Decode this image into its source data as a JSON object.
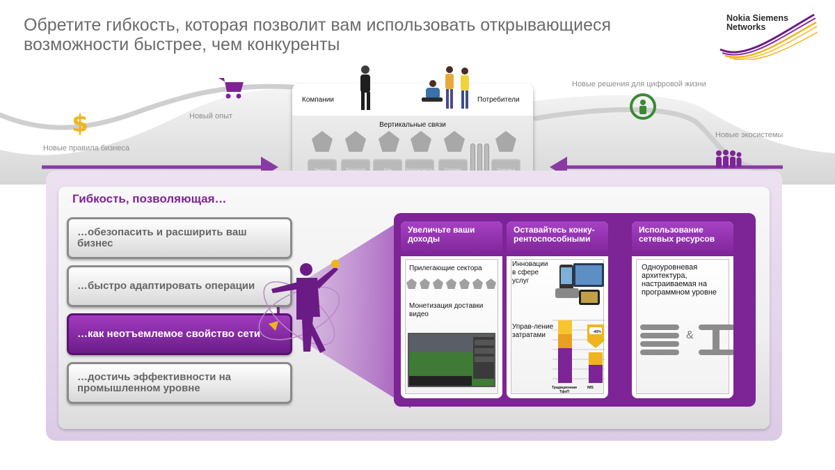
{
  "header": {
    "title": "Обретите гибкость, которая позволит вам использовать открывающиеся возможности быстрее, чем конкуренты",
    "logo_line1": "Nokia Siemens",
    "logo_line2": "Networks"
  },
  "journey": {
    "rules": "Новые правила бизнеса",
    "experience": "Новый опыт",
    "digital_life": "Новые решения для цифровой жизни",
    "ecosystems": "Новые экосистемы"
  },
  "hub": {
    "companies": "Компании",
    "consumers": "Потребители",
    "verticals": "Вертикальные связи",
    "tiles": [
      "Энергия",
      "Транспорт",
      "Дом",
      "Безопасность",
      "Платежи",
      "Здоровье"
    ]
  },
  "panel": {
    "title": "Гибкость, позволяющая…",
    "options": [
      "…обезопасить и расширить ваш бизнес",
      "…быстро адаптировать операции",
      "…как неотъемлемое свойство сети",
      "…достичь эффективности на промышленном уровне"
    ]
  },
  "columns": {
    "revenue": {
      "title": "Увеличьте ваши доходы",
      "adjacent": "Прилегающие сектора",
      "video": "Монетизация доставки видео"
    },
    "competitive": {
      "title": "Оставайтесь конку-рентоспособными",
      "innovation": "Инновации в сфере услуг",
      "cost": "Управ-ление затратами",
      "badge": "-40%",
      "bar_left": "Традиционная ТфоП",
      "bar_right": "IMS"
    },
    "network": {
      "title": "Использование сетевых ресурсов",
      "text": "Одноуровневая архитектура, настраиваемая на программном уровне",
      "amp": "&"
    }
  },
  "colors": {
    "purple": "#7d2496",
    "purple_light": "#a641c4",
    "gray_text": "#6b6b6b",
    "gold": "#f0b51e"
  }
}
